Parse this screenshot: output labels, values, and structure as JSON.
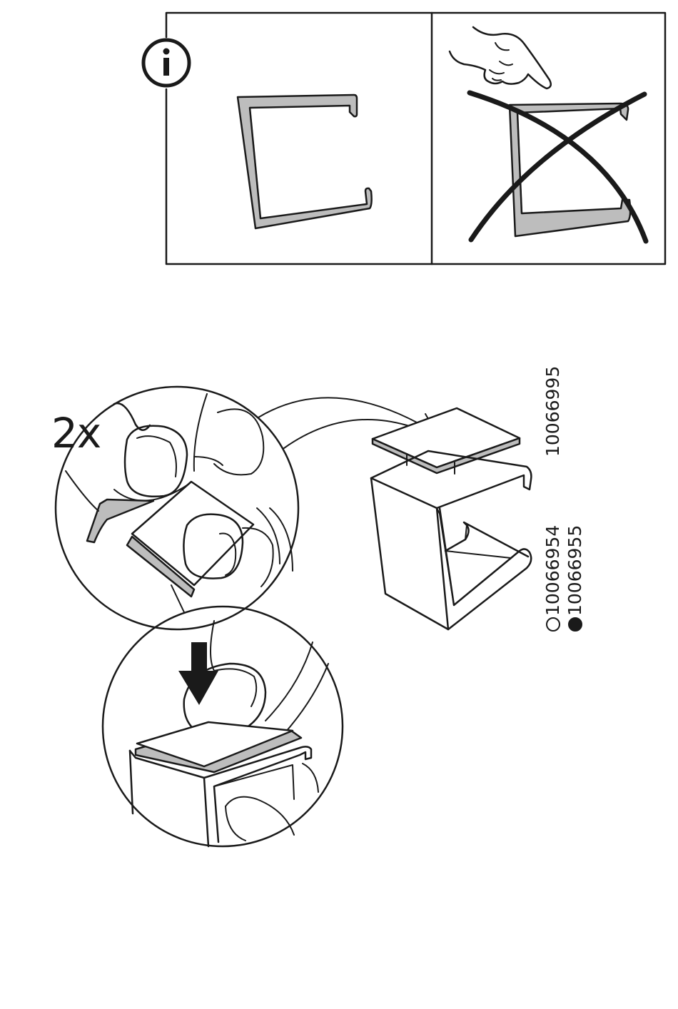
{
  "instructions": {
    "step_count": "2x"
  },
  "article_numbers": {
    "adhesive_pad": "10066995",
    "clip_white": "10066954",
    "clip_black": "10066955"
  },
  "colors": {
    "line": "#1a1a1a",
    "part_gray": "#bdbdbd"
  },
  "icons": [
    "info-icon",
    "cross-out-icon",
    "pointing-hand-icon",
    "down-arrow-icon"
  ]
}
